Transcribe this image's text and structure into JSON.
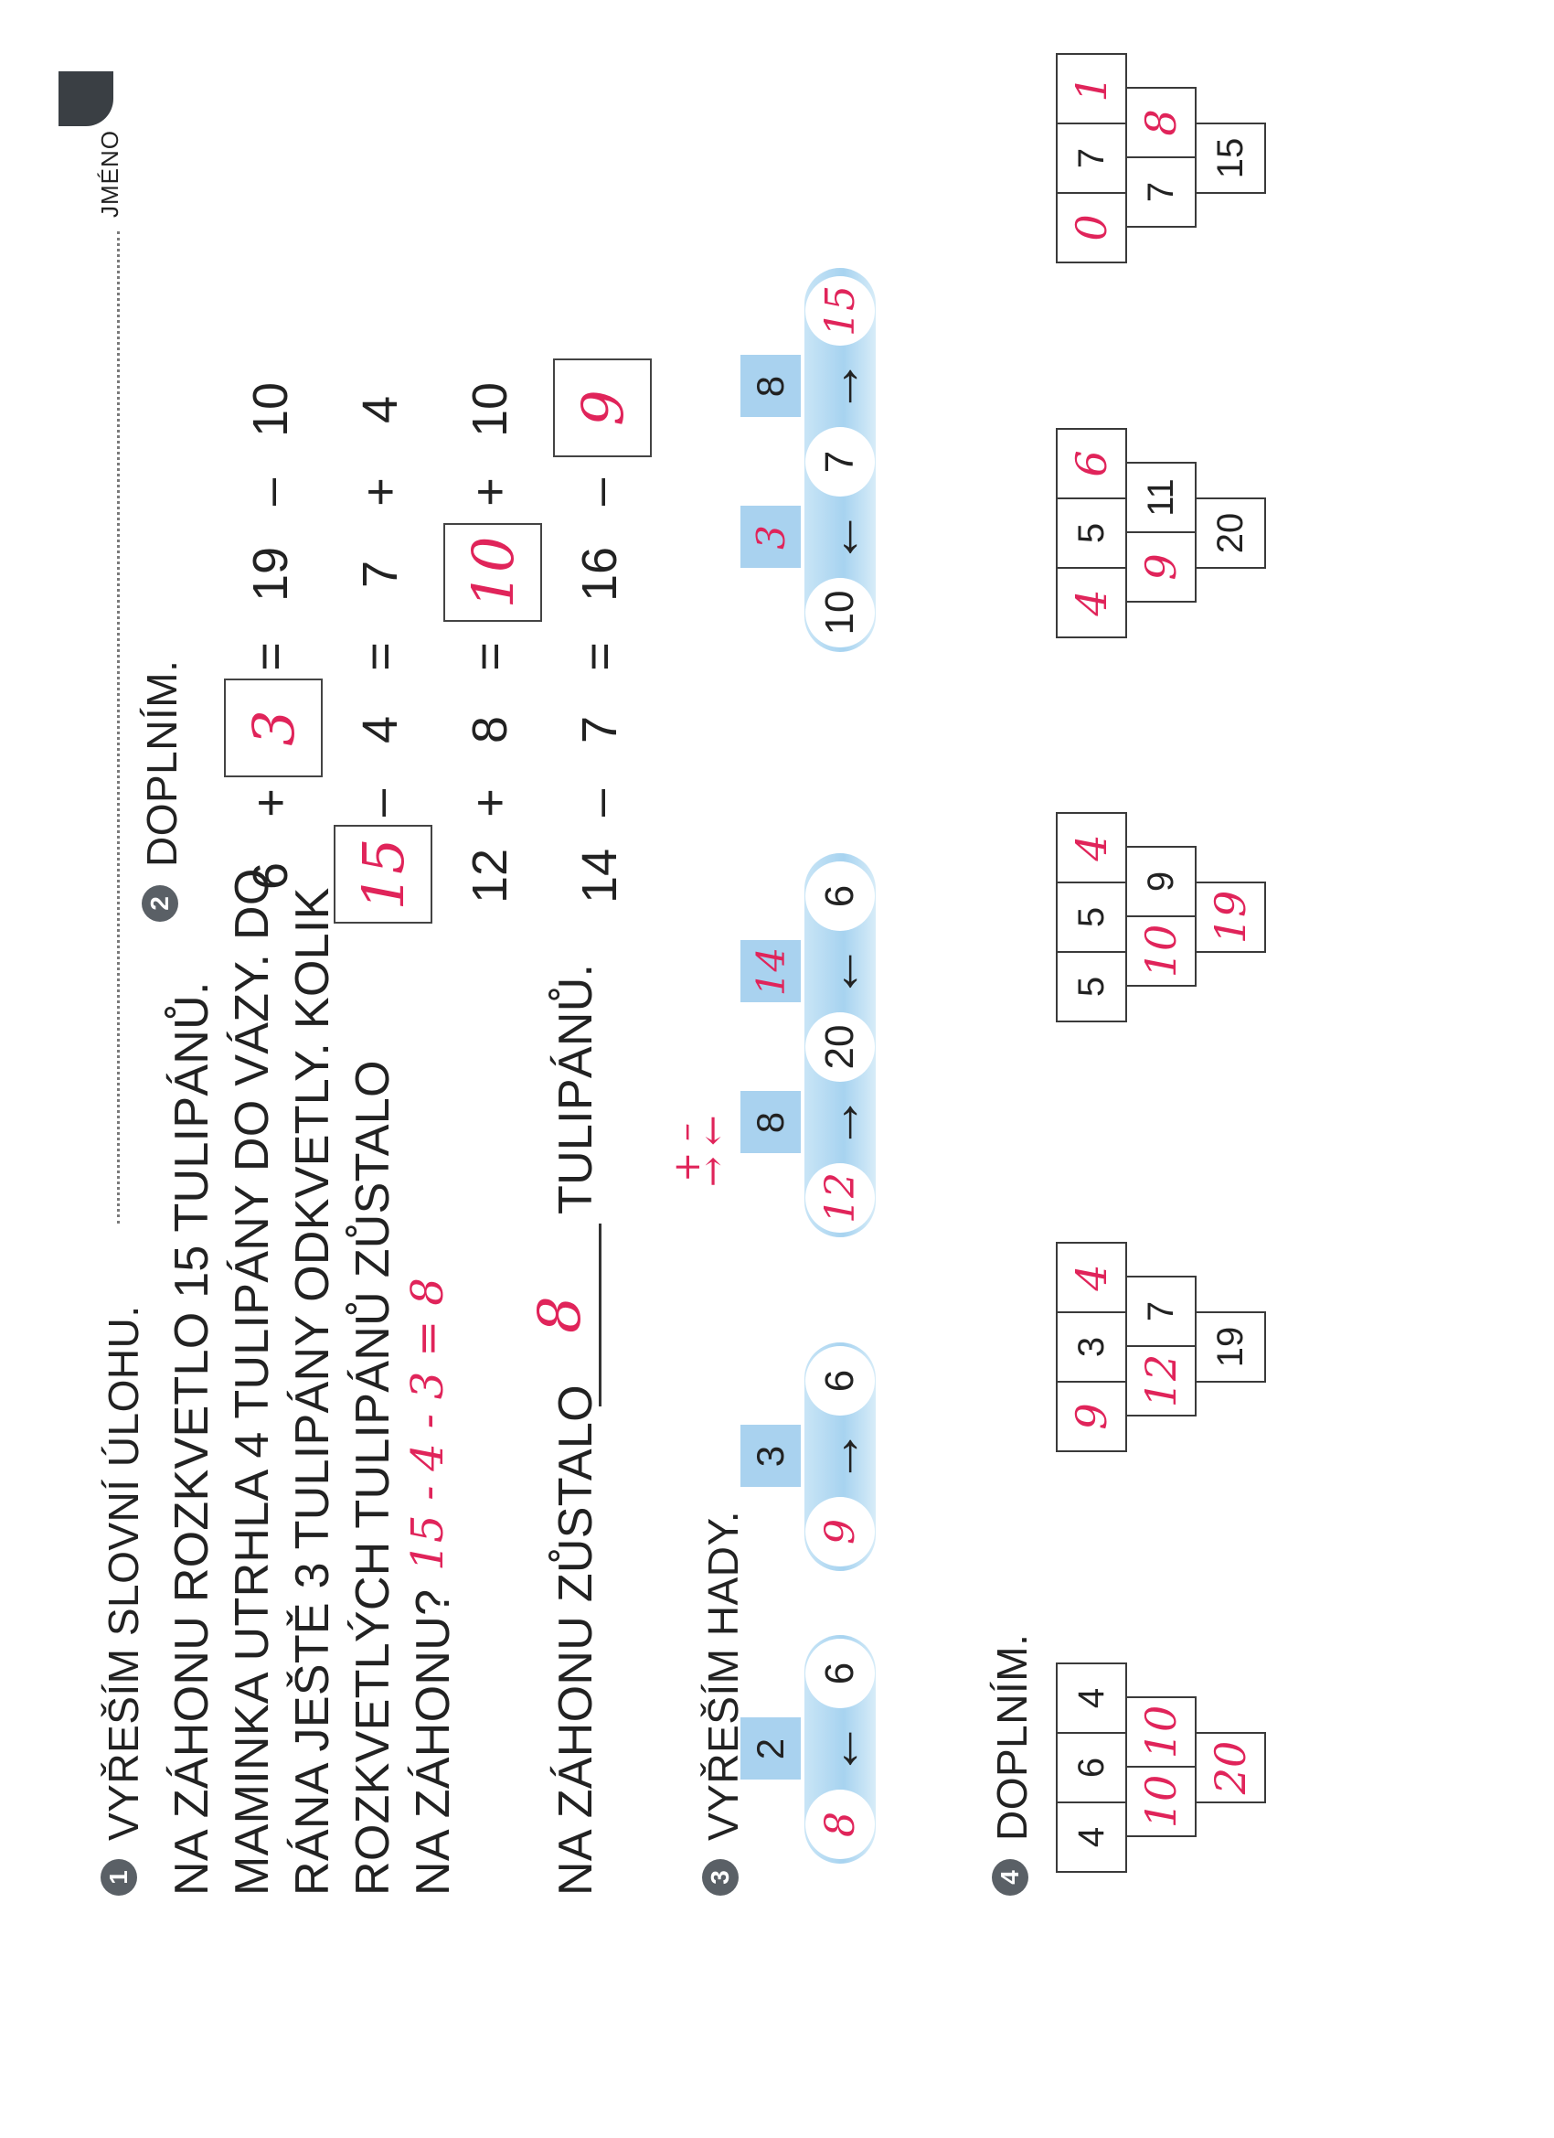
{
  "header": {
    "name_label": "JMÉNO"
  },
  "task1": {
    "number": "1",
    "title": "VYŘEŠÍM SLOVNÍ ÚLOHU.",
    "lines": [
      "NA ZÁHONU ROZKVETLO 15 TULIPÁNŮ.",
      "MAMINKA UTRHLA 4 TULIPÁNY DO VÁZY. DO",
      "RÁNA JEŠTĚ 3 TULIPÁNY ODKVETLY. KOLIK",
      "ROZKVETLÝCH TULIPÁNŮ ZŮSTALO",
      "NA ZÁHONU?"
    ],
    "work": "15 - 4 - 3 = 8",
    "answer_prefix": "NA ZÁHONU ZŮSTALO",
    "answer_value": "8",
    "answer_suffix": "TULIPÁNŮ."
  },
  "task2": {
    "number": "2",
    "title": "DOPLNÍM.",
    "rows": [
      [
        "6",
        "+",
        "3",
        "=",
        "19",
        "–",
        "10"
      ],
      [
        "15",
        "–",
        "4",
        "=",
        "7",
        "+",
        "4"
      ],
      [
        "12",
        "+",
        "8",
        "=",
        "10",
        "+",
        "10"
      ],
      [
        "14",
        "–",
        "7",
        "=",
        "16",
        "–",
        "9"
      ]
    ],
    "filled": [
      "3",
      "15",
      "10",
      "9"
    ]
  },
  "task3": {
    "number": "3",
    "title": "VYŘEŠÍM HADY.",
    "hint_top": "+",
    "hint_arrow_right": "→",
    "hint_arrow_left": "←",
    "hint_bottom": "–",
    "snake1": {
      "values": [
        "8",
        "6",
        "9",
        "6"
      ],
      "arrows": [
        "←",
        "→"
      ],
      "ops": [
        "2",
        "3"
      ]
    },
    "snake2": {
      "values": [
        "12",
        "20",
        "6"
      ],
      "arrows": [
        "→",
        "←"
      ],
      "ops": [
        "8",
        "14"
      ]
    },
    "snake3": {
      "values": [
        "10",
        "7",
        "15"
      ],
      "arrows": [
        "←",
        "→"
      ],
      "ops": [
        "3",
        "8"
      ]
    }
  },
  "task4": {
    "number": "4",
    "title": "DOPLNÍM.",
    "pyramids": [
      {
        "bottom": [
          "4",
          "6",
          "4"
        ],
        "middle": [
          "10",
          "10"
        ],
        "top": "20"
      },
      {
        "bottom": [
          "9",
          "3",
          "4"
        ],
        "middle": [
          "12",
          "7"
        ],
        "top": "19"
      },
      {
        "bottom": [
          "5",
          "5",
          "4"
        ],
        "middle": [
          "10",
          "9"
        ],
        "top": "19"
      },
      {
        "bottom": [
          "4",
          "5",
          "6"
        ],
        "middle": [
          "9",
          "11"
        ],
        "top": "20"
      },
      {
        "bottom": [
          "0",
          "7",
          "1"
        ],
        "middle": [
          "7",
          "8"
        ],
        "top": "15"
      }
    ],
    "handwritten": [
      [
        false,
        false,
        false,
        true,
        true,
        true
      ],
      [
        true,
        false,
        true,
        true,
        false,
        false
      ],
      [
        false,
        false,
        true,
        true,
        false,
        true
      ],
      [
        true,
        false,
        true,
        true,
        false,
        false
      ],
      [
        true,
        false,
        true,
        false,
        true,
        false
      ]
    ]
  }
}
